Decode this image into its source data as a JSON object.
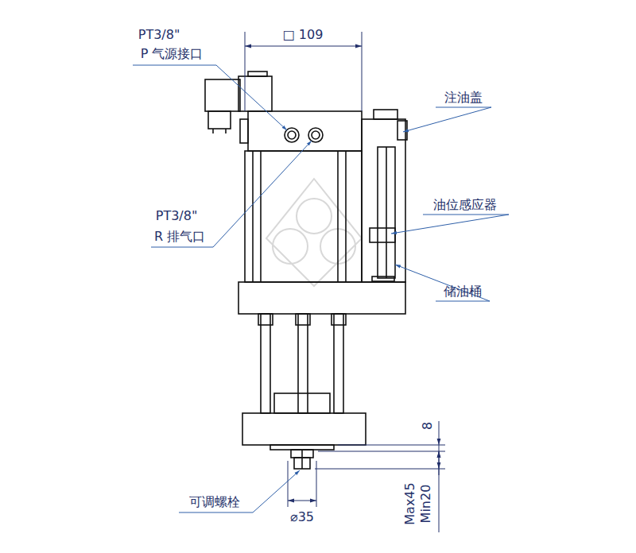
{
  "diagram": {
    "labels": [
      "PT3/8\"",
      "P 气源接口",
      "□ 109",
      "注油盖",
      "PT3/8\"",
      "R 排气口",
      "油位感应器",
      "储油桶",
      "8",
      "可调螺栓",
      "⌀35",
      "Max45",
      "Min20"
    ]
  }
}
